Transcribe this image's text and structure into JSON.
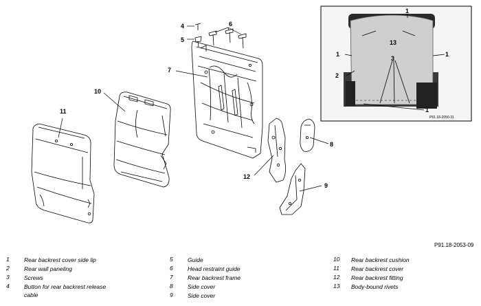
{
  "callouts": {
    "c1": "1",
    "c2": "2",
    "c3": "3",
    "c4": "4",
    "c5": "5",
    "c6": "6",
    "c7": "7",
    "c8": "8",
    "c9": "9",
    "c10": "10",
    "c11": "11",
    "c12": "12",
    "c13": "13"
  },
  "inset": {
    "labels": {
      "l1": "1",
      "l2": "2",
      "l3": "3",
      "l13": "13"
    },
    "code": "P91.18-2050-31"
  },
  "figure_code": "P91.18-2053-09",
  "legend": [
    {
      "num": "1",
      "text": "Rear backrest cover side lip"
    },
    {
      "num": "2",
      "text": "Rear wall paneling"
    },
    {
      "num": "3",
      "text": "Screws"
    },
    {
      "num": "4",
      "text": "Button for rear backrest release cable"
    },
    {
      "num": "5",
      "text": "Guide"
    },
    {
      "num": "6",
      "text": "Head restraint guide"
    },
    {
      "num": "7",
      "text": "Rear backrest frame"
    },
    {
      "num": "8",
      "text": "Side cover"
    },
    {
      "num": "9",
      "text": "Side cover"
    },
    {
      "num": "10",
      "text": "Rear backrest cushion"
    },
    {
      "num": "11",
      "text": "Rear backrest cover"
    },
    {
      "num": "12",
      "text": "Rear backrest fitting"
    },
    {
      "num": "13",
      "text": "Body-bound rivets"
    }
  ]
}
